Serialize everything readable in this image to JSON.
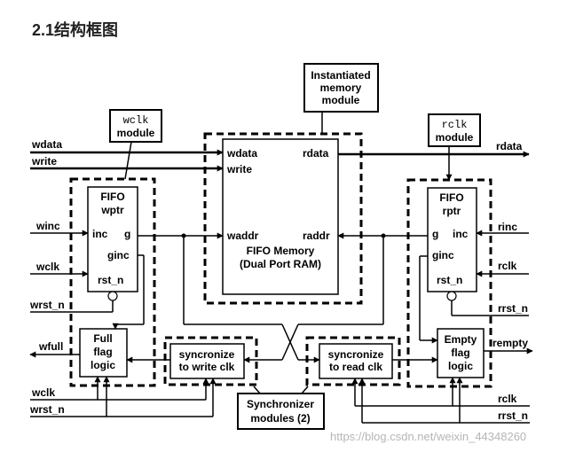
{
  "heading": "2.1结构框图",
  "labels": {
    "mem_callout_l1": "Instantiated",
    "mem_callout_l2": "memory",
    "mem_callout_l3": "module",
    "wclk_callout_l1": "wclk",
    "wclk_callout_l2": "module",
    "rclk_callout_l1": "rclk",
    "rclk_callout_l2": "module",
    "sync_callout_l1": "Synchronizer",
    "sync_callout_l2": "modules (2)",
    "mem_wdata": "wdata",
    "mem_write": "write",
    "mem_rdata": "rdata",
    "mem_waddr": "waddr",
    "mem_raddr": "raddr",
    "mem_title_l1": "FIFO Memory",
    "mem_title_l2": "(Dual Port RAM)",
    "wptr_title_l1": "FIFO",
    "wptr_title_l2": "wptr",
    "wptr_inc": "inc",
    "wptr_g": "g",
    "wptr_ginc": "ginc",
    "wptr_rst": "rst_n",
    "rptr_title_l1": "FIFO",
    "rptr_title_l2": "rptr",
    "rptr_g": "g",
    "rptr_inc": "inc",
    "rptr_ginc": "ginc",
    "rptr_rst": "rst_n",
    "full_l1": "Full",
    "full_l2": "flag",
    "full_l3": "logic",
    "empty_l1": "Empty",
    "empty_l2": "flag",
    "empty_l3": "logic",
    "sync_w_l1": "syncronize",
    "sync_w_l2": "to write clk",
    "sync_r_l1": "syncronize",
    "sync_r_l2": "to read clk",
    "sig_wdata": "wdata",
    "sig_write": "write",
    "sig_winc": "winc",
    "sig_wclk": "wclk",
    "sig_wrst": "wrst_n",
    "sig_wfull": "wfull",
    "sig_wclk_bottom": "wclk",
    "sig_wrst_bottom": "wrst_n",
    "sig_rdata": "rdata",
    "sig_rinc": "rinc",
    "sig_rclk": "rclk",
    "sig_rrst": "rrst_n",
    "sig_rempty": "rempty",
    "sig_rclk_bottom": "rclk",
    "sig_rrst_bottom": "rrst_n"
  },
  "watermark": "https://blog.csdn.net/weixin_44348260",
  "colors": {
    "line": "#000000",
    "background": "#ffffff",
    "watermark": "#b5b5b5"
  }
}
